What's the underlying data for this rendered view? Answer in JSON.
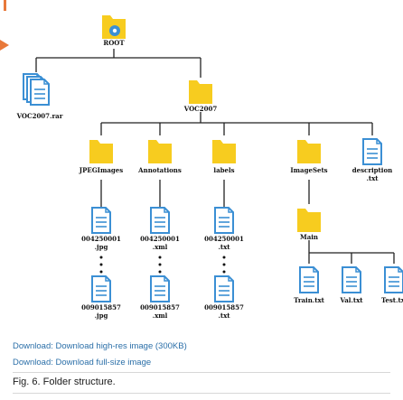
{
  "diagram": {
    "root": "ROOT",
    "rar": "VOC2007.rar",
    "voc": "VOC2007",
    "jpeg": "JPEGImages",
    "annotations": "Annotations",
    "labels": "labels",
    "imagesets": "ImageSets",
    "description": [
      "description",
      ".txt"
    ],
    "main": "Main",
    "train": "Train.txt",
    "val": "Val.txt",
    "test": "Test.txt",
    "jpg_first": [
      "004250001",
      ".jpg"
    ],
    "jpg_last": [
      "009015857",
      ".jpg"
    ],
    "xml_first": [
      "004250001",
      ".xml"
    ],
    "xml_last": [
      "009015857",
      ".xml"
    ],
    "txt_first": [
      "004250001",
      ".txt"
    ],
    "txt_last": [
      "009015857",
      ".txt"
    ]
  },
  "links": {
    "highres": "Download: Download high-res image (300KB)",
    "fullsize": "Download: Download full-size image"
  },
  "caption": "Fig. 6. Folder structure.",
  "colors": {
    "folder": "#f7cc1f",
    "file": "#3b8fd4",
    "link": "#2b6fa8",
    "accent": "#e8793a"
  }
}
